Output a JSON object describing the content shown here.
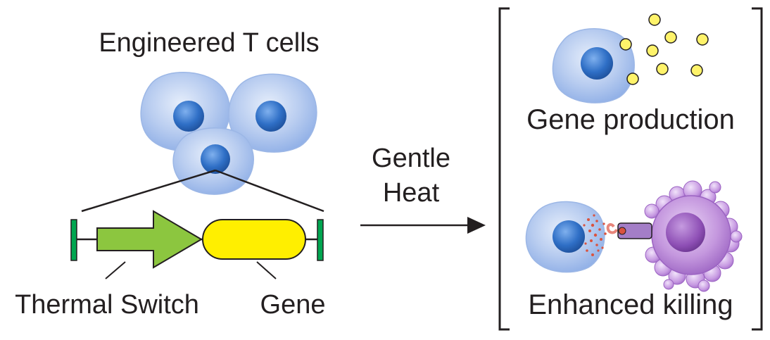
{
  "left_panel": {
    "title": "Engineered T cells",
    "switch_label": "Thermal Switch",
    "gene_label": "Gene"
  },
  "arrow": {
    "line1": "Gentle",
    "line2": "Heat"
  },
  "right_panel": {
    "top_label": "Gene production",
    "bottom_label": "Enhanced killing"
  },
  "colors": {
    "cell_body": "#a9c3ec",
    "nucleus": "#2f6fc6",
    "switch_arrow": "#8cc63f",
    "gene_block": "#ffef00",
    "protein_dot": "#fff36a",
    "tumor_cell": "#b884d4",
    "tumor_nucleus": "#8e4fb5"
  }
}
